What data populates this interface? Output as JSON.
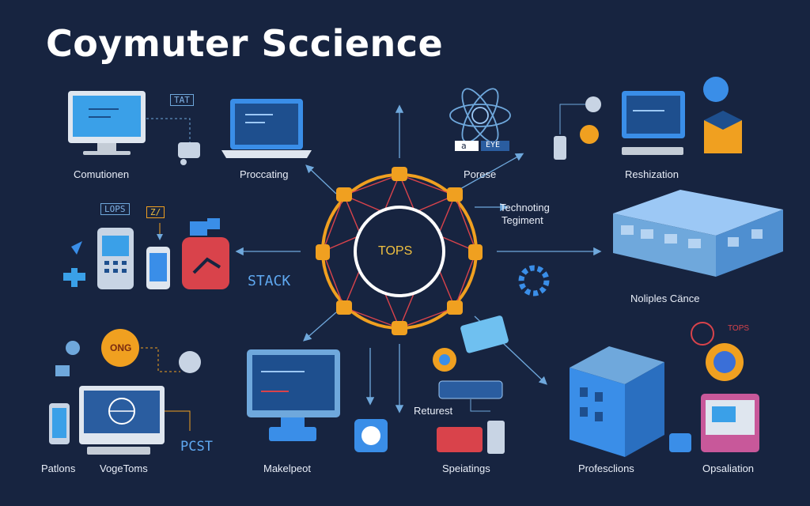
{
  "title": "Coymuter Sccience",
  "hub": {
    "label": "TOPS"
  },
  "labels": {
    "computer": "Comutionen",
    "processing": "Proccating",
    "process": "Porese",
    "reshization": "Reshization",
    "technoting": "Technoting",
    "tegiment": "Tegiment",
    "stack": "STACK",
    "noliples": "Noliples Cänce",
    "patlons": "Patlons",
    "vogetoms": "VogeToms",
    "makelpeot": "Makelpeot",
    "returest": "Returest",
    "speiatings": "Speiatings",
    "professions": "Profesclions",
    "opsaliation": "Opsaliation",
    "ong": "ONG",
    "post": "PCST",
    "tops_small": "TOPS"
  },
  "tags": {
    "tat": "TAT",
    "lops": "LOPS",
    "zz": "Z/",
    "eye": "EYE",
    "alpha": "a"
  },
  "colors": {
    "background": "#172440",
    "accent_orange": "#f0a020",
    "accent_red": "#d9434b",
    "accent_blue": "#3a8ee8",
    "line": "#6fa8dc"
  }
}
